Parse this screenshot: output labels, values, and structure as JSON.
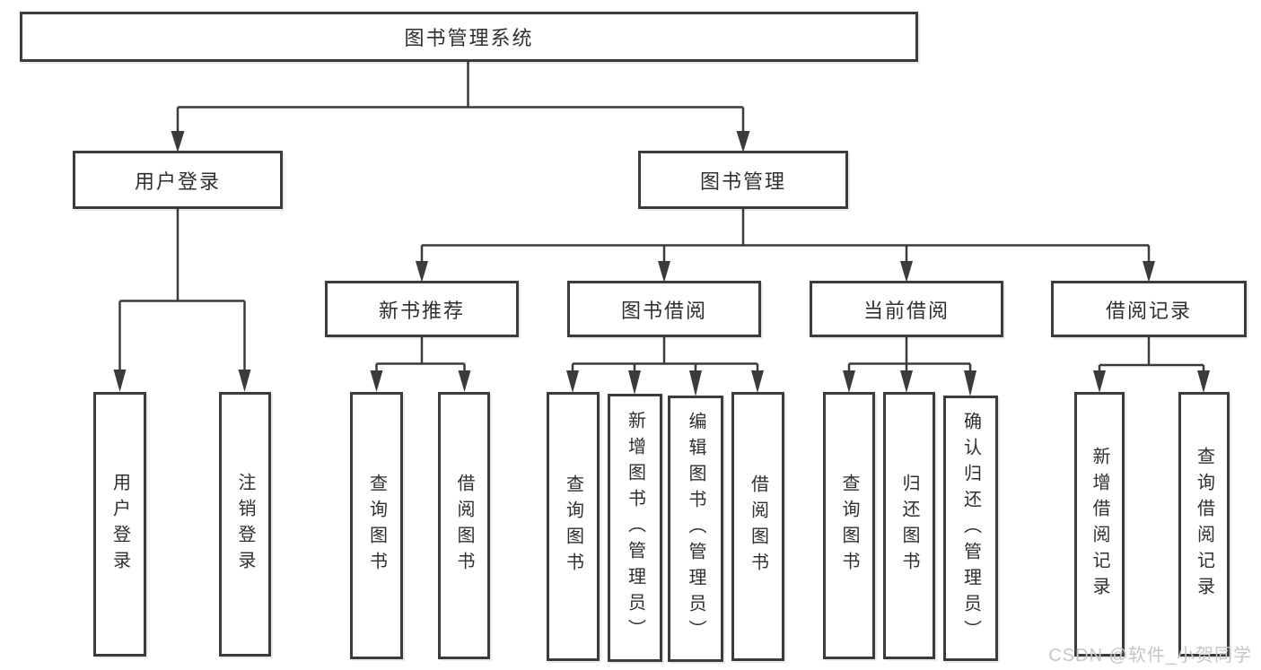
{
  "colors": {
    "line": "#3b3b3b",
    "border": "#3b3b3b",
    "text": "#2f2f2f",
    "background": "#ffffff",
    "watermark_text_color": "#c6c6c6"
  },
  "watermark": "CSDN @软件_小贺同学",
  "tree": {
    "root": {
      "label": "图书管理系统"
    },
    "branches": [
      {
        "label": "用户登录",
        "children": [
          {
            "label": "用户登录"
          },
          {
            "label": "注销登录"
          }
        ]
      },
      {
        "label": "图书管理",
        "children": [
          {
            "label": "新书推荐",
            "children": [
              {
                "label": "查询图书"
              },
              {
                "label": "借阅图书"
              }
            ]
          },
          {
            "label": "图书借阅",
            "children": [
              {
                "label": "查询图书"
              },
              {
                "label": "新增图书（管理员）"
              },
              {
                "label": "编辑图书（管理员）"
              },
              {
                "label": "借阅图书"
              }
            ]
          },
          {
            "label": "当前借阅",
            "children": [
              {
                "label": "查询图书"
              },
              {
                "label": "归还图书"
              },
              {
                "label": "确认归还（管理员）"
              }
            ]
          },
          {
            "label": "借阅记录",
            "children": [
              {
                "label": "新增借阅记录"
              },
              {
                "label": "查询借阅记录"
              }
            ]
          }
        ]
      }
    ]
  }
}
